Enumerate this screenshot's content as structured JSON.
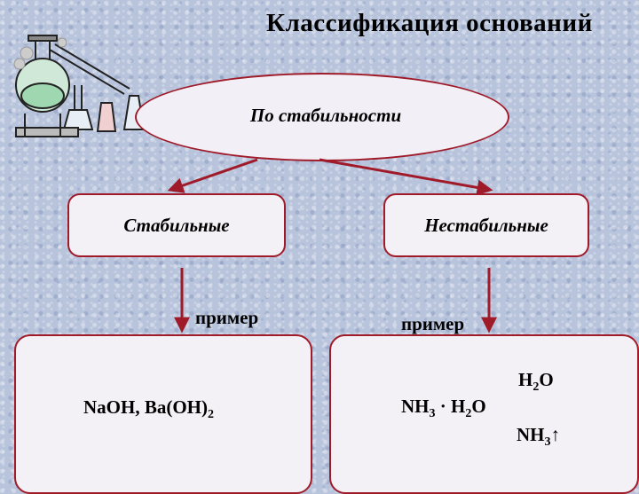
{
  "title": "Классификация  оснований",
  "classification": {
    "criterion": "По стабильности",
    "stable": {
      "label": "Стабильные",
      "example_label": "пример",
      "formula": {
        "part1": "NaOH, Ba(OH)",
        "sub1": "2"
      }
    },
    "unstable": {
      "label": "Нестабильные",
      "example_label": "пример",
      "formula": {
        "nh": "NH",
        "nh_sub": "3",
        "dot_h": " · H",
        "h_sub": "2",
        "o": "O"
      },
      "products": {
        "water_h": "H",
        "water_sub": "2",
        "water_o": "O",
        "ammonia": "NH",
        "ammonia_sub": "3",
        "gas_arrow": "↑"
      }
    }
  },
  "colors": {
    "border": "#a01b2a",
    "background": "#b8c4dc"
  },
  "icons": [
    "lab-flask-icon"
  ]
}
